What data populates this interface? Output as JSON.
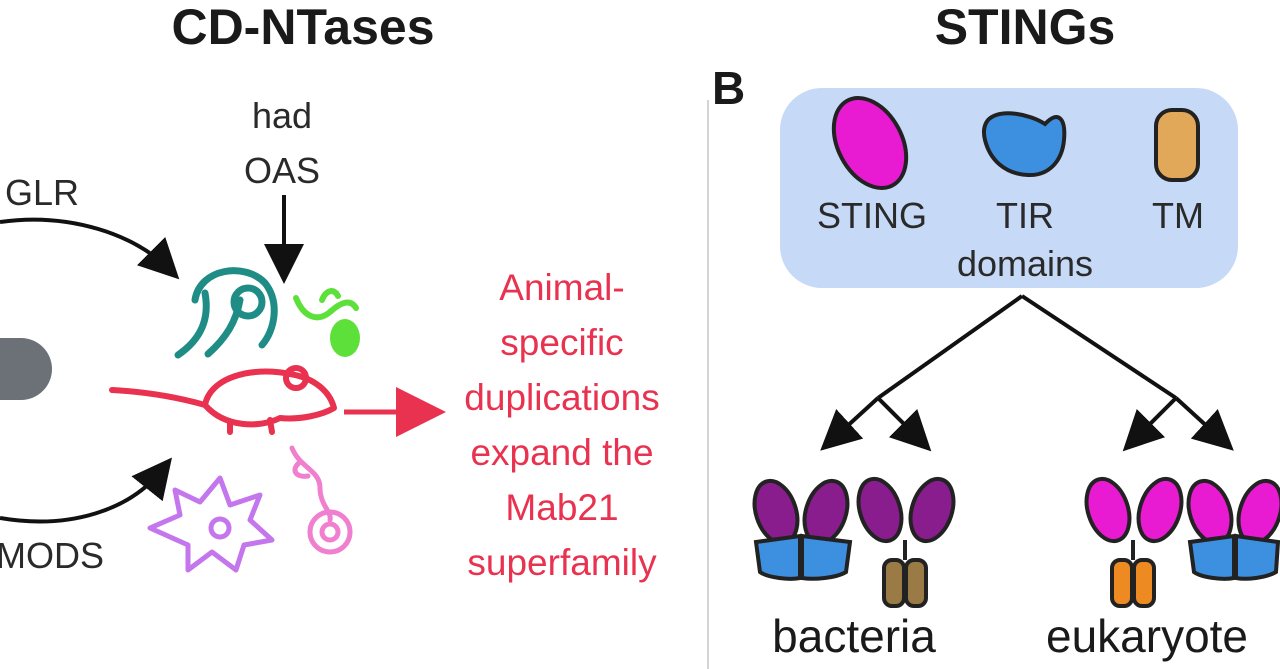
{
  "left_panel": {
    "title": "CD-NTases",
    "labels": {
      "glr": "GLR",
      "had": "had",
      "oas": "OAS",
      "mods": "MODS"
    },
    "result_lines": [
      "Animal-",
      "specific",
      "duplications",
      "expand the",
      "Mab21",
      "superfamily"
    ]
  },
  "right_panel": {
    "title": "STINGs",
    "panel_letter": "B",
    "legend": {
      "sting": "STING",
      "tir": "TIR",
      "tm": "TM",
      "caption": "domains"
    },
    "groups": {
      "bacteria": "bacteria",
      "eukaryotes": "eukaryote"
    }
  },
  "colors": {
    "sting": "#e81ad2",
    "sting_bacterial": "#8a1d8e",
    "tir": "#3d8fe0",
    "tm": "#e2a85a",
    "tm_bacterial": "#9a7a45",
    "tm_eukaryotic": "#ee8a22",
    "legend_bg": "#c6d9f6",
    "highlight_red": "#e8324f",
    "teal_organism": "#1f8d85",
    "green_organism": "#5ee03a",
    "violet_organism": "#c476ec",
    "pink_organism": "#f07fcf",
    "bacterium": "#6b7176"
  }
}
